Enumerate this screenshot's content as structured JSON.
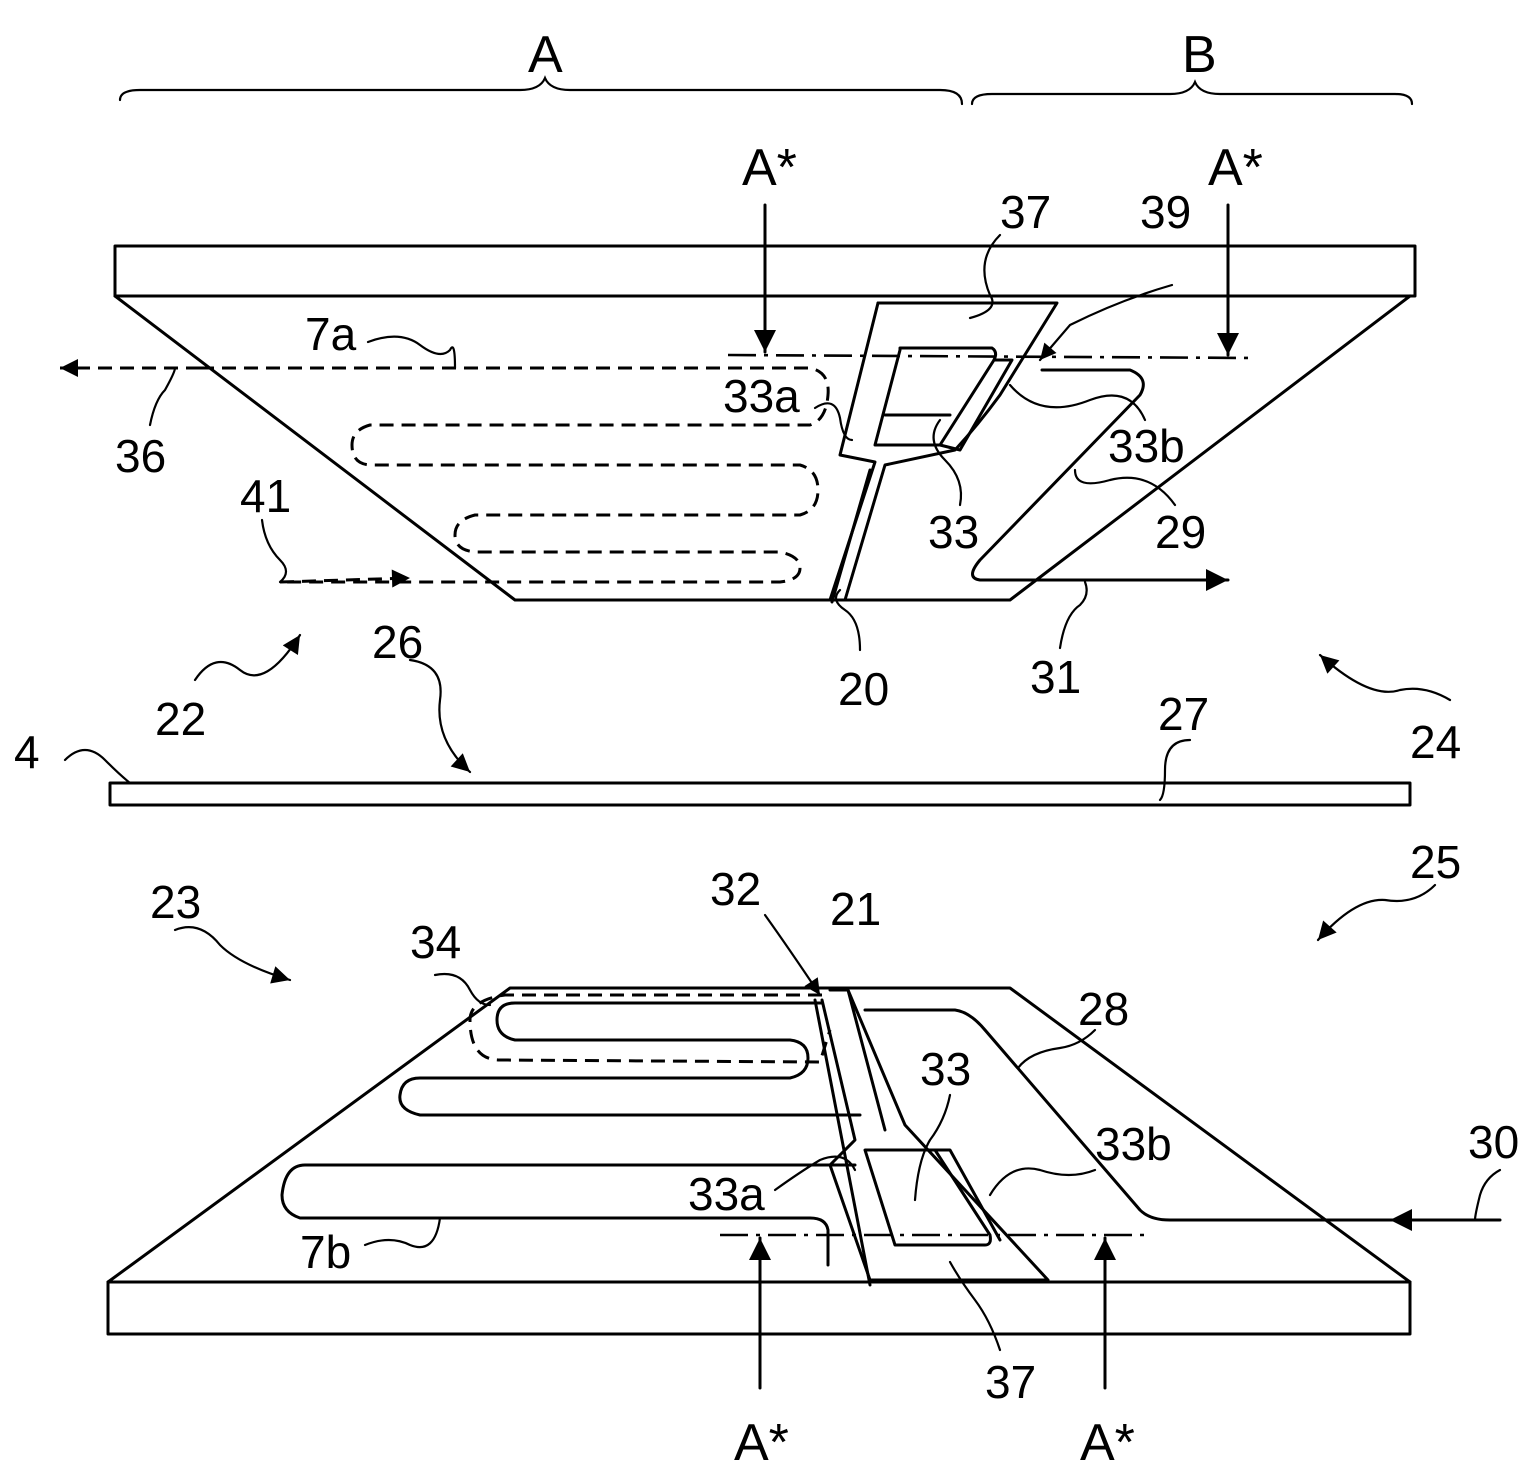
{
  "labels": {
    "section_a": "A",
    "section_b": "B",
    "cut_top_left": "A*",
    "cut_top_right": "A*",
    "cut_bottom_left": "A*",
    "cut_bottom_right": "A*",
    "ref_37_top": "37",
    "ref_39": "39",
    "ref_7a": "7a",
    "ref_33a_top": "33a",
    "ref_36": "36",
    "ref_33b_top": "33b",
    "ref_41": "41",
    "ref_33_top": "33",
    "ref_29": "29",
    "ref_20": "20",
    "ref_31": "31",
    "ref_22": "22",
    "ref_26": "26",
    "ref_4": "4",
    "ref_27": "27",
    "ref_24": "24",
    "ref_23": "23",
    "ref_32": "32",
    "ref_21": "21",
    "ref_25": "25",
    "ref_34": "34",
    "ref_28": "28",
    "ref_33_bottom": "33",
    "ref_33b_bottom": "33b",
    "ref_30": "30",
    "ref_33a_bottom": "33a",
    "ref_7b": "7b",
    "ref_37_bottom": "37"
  }
}
